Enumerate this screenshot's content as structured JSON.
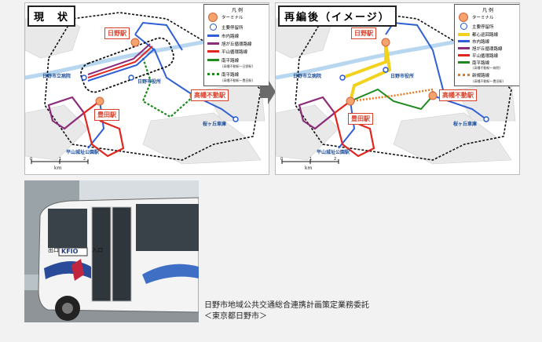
{
  "left_map": {
    "title": "現　状",
    "stations": {
      "hino": "日野駅",
      "toyoda": "豊田駅",
      "takahata": "高幡不動駅"
    },
    "places": {
      "hospital": "日野市立病院",
      "city_hall": "日野市役所",
      "sakuragaoka": "桜ヶ丘車庫",
      "hirayama": "平山城址公園駅"
    },
    "scale_label": "km",
    "scale_ticks": [
      "0",
      "1",
      "2"
    ],
    "legend": {
      "heading": "凡 例",
      "items": [
        {
          "label": "ターミナル",
          "sub": "",
          "symbol": "terminal"
        },
        {
          "label": "主要停留所",
          "sub": "",
          "symbol": "stop"
        },
        {
          "label": "市内路線",
          "sub": "",
          "symbol": "line",
          "color": "#2f5fd6"
        },
        {
          "label": "旭が丘循環路線",
          "sub": "",
          "symbol": "line",
          "color": "#8c2b7a"
        },
        {
          "label": "平山循環路線",
          "sub": "",
          "symbol": "line",
          "color": "#e0261f"
        },
        {
          "label": "南平路線",
          "sub": "(高幡不動駅〜日野駅)",
          "symbol": "line",
          "color": "#1f8a1f"
        },
        {
          "label": "南平路線",
          "sub": "(高幡不動駅〜豊田駅)",
          "symbol": "dotted",
          "color": "#1f8a1f"
        }
      ]
    }
  },
  "right_map": {
    "title": "再編後（イメージ）",
    "stations": {
      "hino": "日野駅",
      "toyoda": "豊田駅",
      "takahata": "高幡不動駅"
    },
    "places": {
      "hospital": "日野市立病院",
      "city_hall": "日野市役所",
      "sakuragaoka": "桜ヶ丘車庫",
      "hirayama": "平山城址公園駅"
    },
    "scale_label": "km",
    "scale_ticks": [
      "0",
      "1",
      "2"
    ],
    "legend": {
      "heading": "凡 例",
      "items": [
        {
          "label": "ターミナル",
          "sub": "",
          "symbol": "terminal"
        },
        {
          "label": "主要停留所",
          "sub": "",
          "symbol": "stop"
        },
        {
          "label": "都心巡回路線",
          "sub": "",
          "symbol": "line",
          "color": "#f2d21a"
        },
        {
          "label": "市内路線",
          "sub": "",
          "symbol": "line",
          "color": "#2f5fd6"
        },
        {
          "label": "旭が丘循環路線",
          "sub": "",
          "symbol": "line",
          "color": "#8c2b7a"
        },
        {
          "label": "平山循環路線",
          "sub": "",
          "symbol": "line",
          "color": "#e0261f"
        },
        {
          "label": "南平路線",
          "sub": "(高幡不動駅〜病院)",
          "symbol": "line",
          "color": "#1f8a1f"
        },
        {
          "label": "新規路線",
          "sub": "(高幡不動駅〜豊田駅)",
          "symbol": "dotted-orange",
          "color": "#e8791f"
        }
      ]
    }
  },
  "photo": {
    "bus_sign": "KFIO",
    "door_label_left": "出口",
    "door_label_right": "入口"
  },
  "caption": {
    "line1": "日野市地域公共交通総合連携計画策定業務委託",
    "line2": "＜東京都日野市＞"
  }
}
